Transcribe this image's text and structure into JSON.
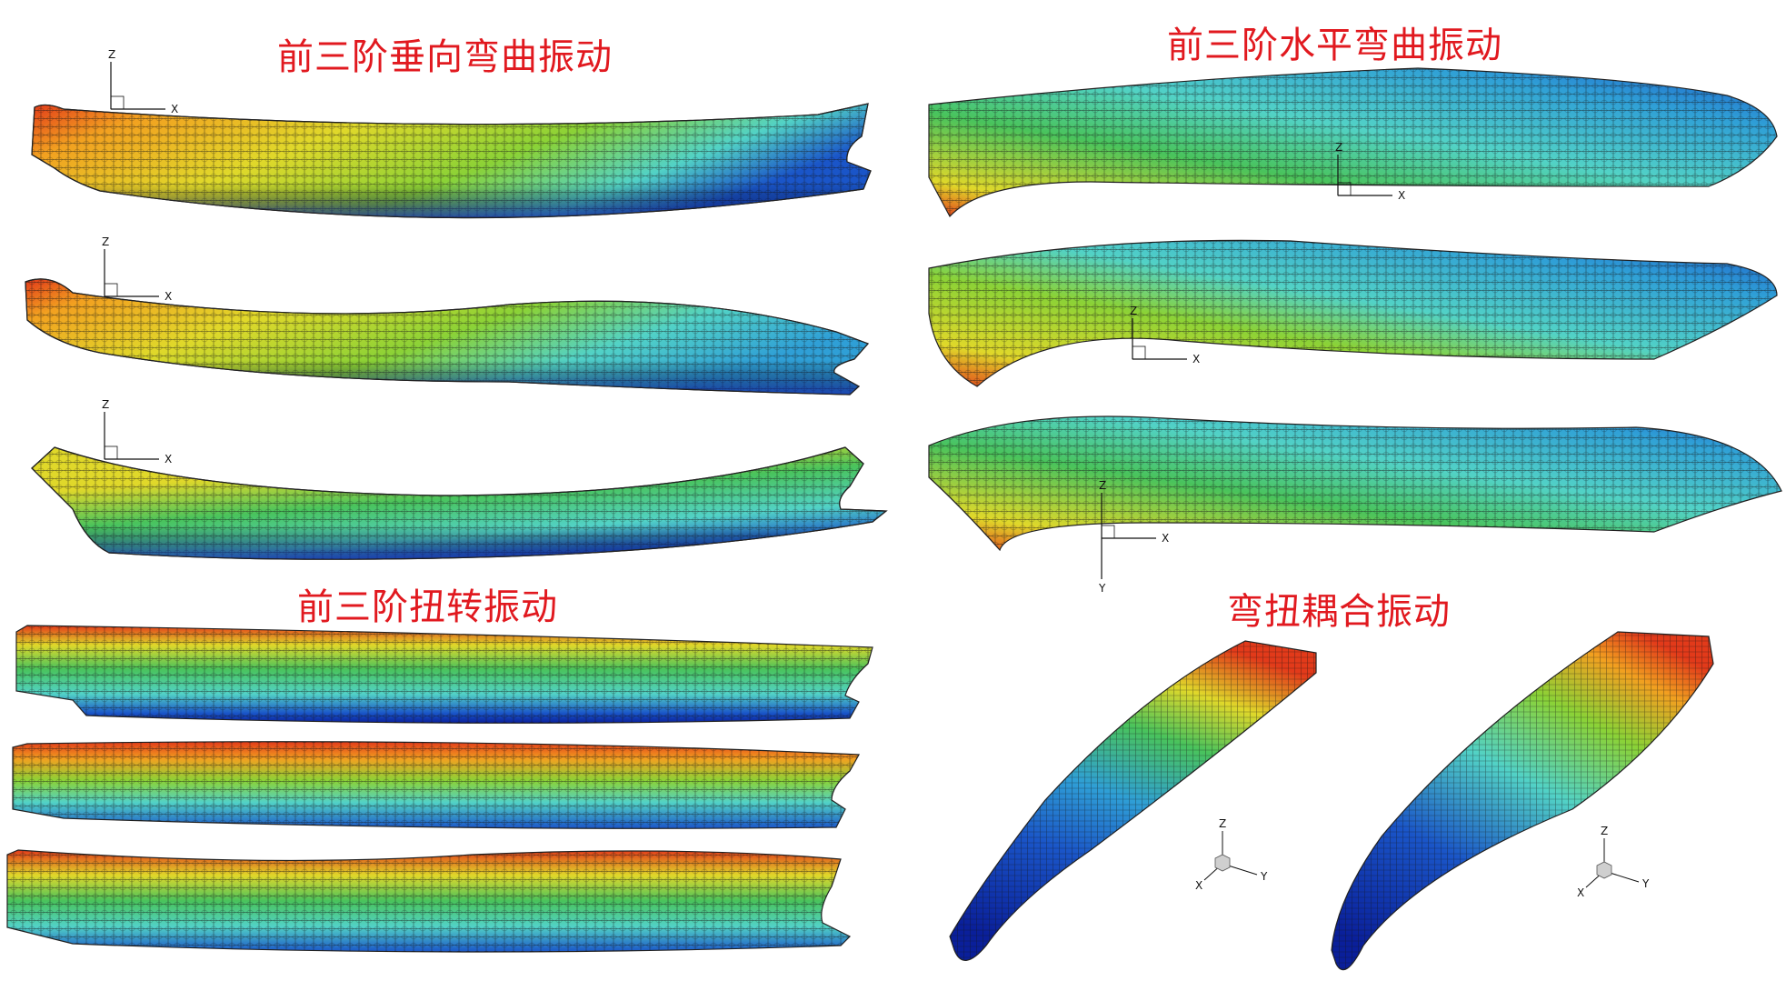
{
  "titles": {
    "vertical": "前三阶垂向弯曲振动",
    "horizontal": "前三阶水平弯曲振动",
    "torsion": "前三阶扭转振动",
    "coupled": "弯扭耦合振动"
  },
  "axis_labels": {
    "z": "Z",
    "x": "X",
    "y": "Y"
  },
  "colormap": [
    "#0a1f9a",
    "#1a55c8",
    "#2f9fd6",
    "#52d2c6",
    "#49c35c",
    "#8bd236",
    "#e0d82a",
    "#f2a020",
    "#e23a1a"
  ],
  "groups": {
    "vertical_bending": {
      "modes": 3,
      "views": "side"
    },
    "horizontal_bending": {
      "modes": 3,
      "views": "top"
    },
    "torsion": {
      "modes": 3,
      "views": "side"
    },
    "bending_torsion_coupled": {
      "modes": 2,
      "views": "oblique"
    }
  }
}
